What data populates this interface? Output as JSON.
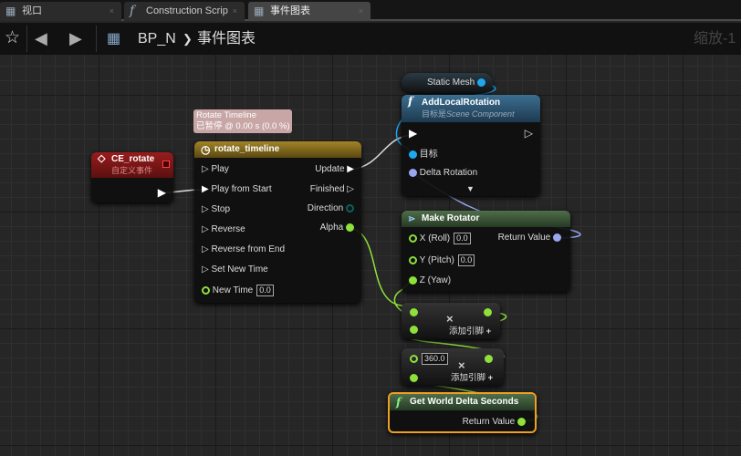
{
  "tabs": [
    {
      "label": "视口",
      "icon": "viewport-icon"
    },
    {
      "label": "Construction Scrip",
      "icon": "function-icon"
    },
    {
      "label": "事件图表",
      "icon": "graph-icon",
      "active": true
    }
  ],
  "toolbar": {
    "breadcrumb_root": "BP_N",
    "breadcrumb_sep": "❯",
    "breadcrumb_current": "事件图表",
    "zoom": "缩放-1"
  },
  "tooltip": {
    "title": "Rotate Timeline",
    "status": "已暂停 @ 0.00 s (0.0 %)"
  },
  "event_node": {
    "title": "CE_rotate",
    "subtitle": "自定义事件"
  },
  "timeline_node": {
    "title": "rotate_timeline",
    "inputs": [
      "Play",
      "Play from Start",
      "Stop",
      "Reverse",
      "Reverse from End",
      "Set New Time"
    ],
    "new_time_label": "New Time",
    "new_time_value": "0.0",
    "outputs": [
      "Update",
      "Finished",
      "Direction",
      "Alpha"
    ]
  },
  "static_mesh": {
    "label": "Static Mesh"
  },
  "add_local_rotation": {
    "title": "AddLocalRotation",
    "subtitle_prefix": "目标是",
    "subtitle_class": "Scene Component",
    "target": "目标",
    "delta": "Delta Rotation"
  },
  "make_rotator": {
    "title": "Make Rotator",
    "x_label": "X (Roll)",
    "x_value": "0.0",
    "y_label": "Y (Pitch)",
    "y_value": "0.0",
    "z_label": "Z (Yaw)",
    "return": "Return Value"
  },
  "multiply1": {
    "op": "×",
    "add_pin": "添加引脚"
  },
  "multiply2": {
    "op": "×",
    "value": "360.0",
    "add_pin": "添加引脚"
  },
  "delta_seconds": {
    "title": "Get World Delta Seconds",
    "return": "Return Value"
  },
  "colors": {
    "exec": "#ffffff",
    "float": "#8ee03a",
    "object": "#1fa8f0",
    "rotator": "#9aa6f0",
    "event_header": "#8e1818",
    "timeline_header": "#8a6d1c",
    "function_header": "#2f5a78",
    "pure_header": "#3f5d3c",
    "selected_border": "#f0a020"
  }
}
